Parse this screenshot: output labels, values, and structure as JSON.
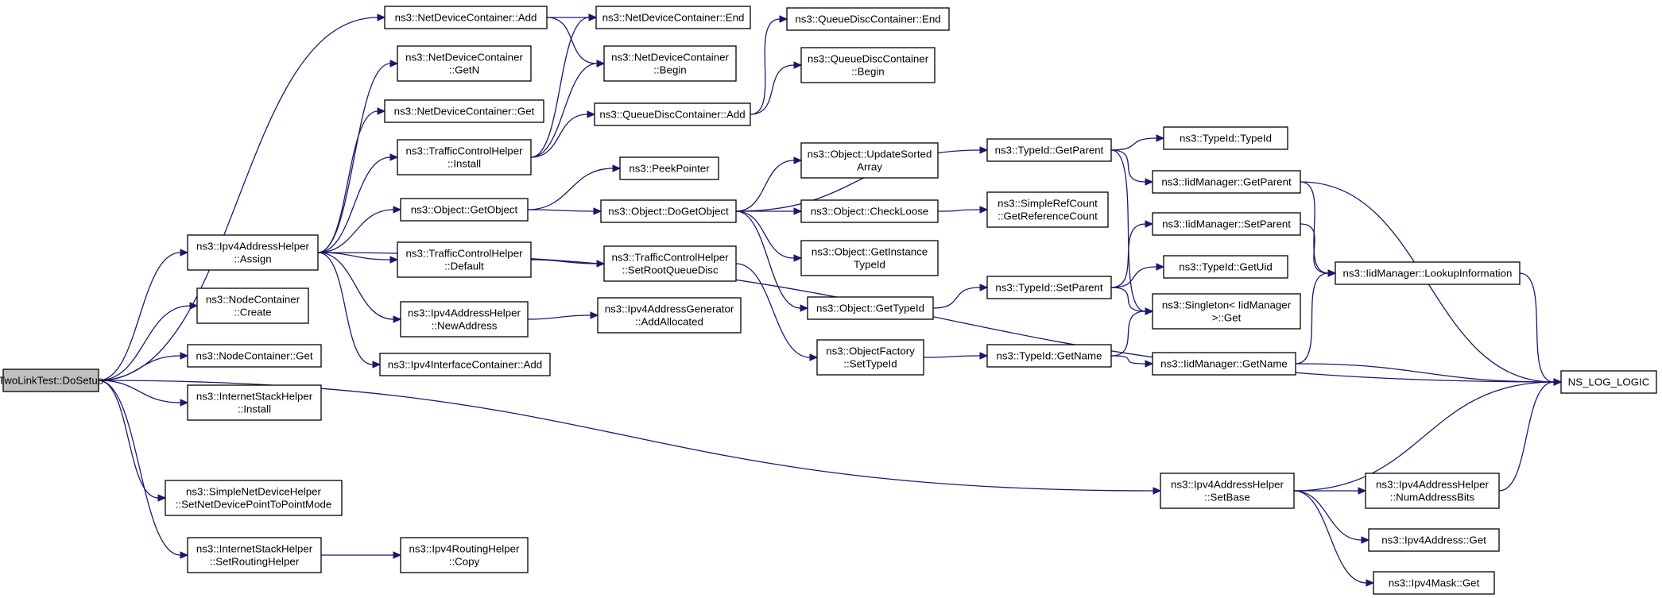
{
  "graph": {
    "nodes": [
      {
        "id": "root",
        "lines": [
          "TwoLinkTest::DoSetup"
        ],
        "root": true
      },
      {
        "id": "ndc_add",
        "lines": [
          "ns3::NetDeviceContainer::Add"
        ]
      },
      {
        "id": "ndc_getn",
        "lines": [
          "ns3::NetDeviceContainer",
          "::GetN"
        ]
      },
      {
        "id": "ndc_get",
        "lines": [
          "ns3::NetDeviceContainer::Get"
        ]
      },
      {
        "id": "tch_install",
        "lines": [
          "ns3::TrafficControlHelper",
          "::Install"
        ]
      },
      {
        "id": "iah_assign",
        "lines": [
          "ns3::Ipv4AddressHelper",
          "::Assign"
        ]
      },
      {
        "id": "nc_create",
        "lines": [
          "ns3::NodeContainer",
          "::Create"
        ]
      },
      {
        "id": "nc_get",
        "lines": [
          "ns3::NodeContainer::Get"
        ]
      },
      {
        "id": "ish_install",
        "lines": [
          "ns3::InternetStackHelper",
          "::Install"
        ]
      },
      {
        "id": "sndh",
        "lines": [
          "ns3::SimpleNetDeviceHelper",
          "::SetNetDevicePointToPointMode"
        ]
      },
      {
        "id": "ish_setrouting",
        "lines": [
          "ns3::InternetStackHelper",
          "::SetRoutingHelper"
        ]
      },
      {
        "id": "ndc_end",
        "lines": [
          "ns3::NetDeviceContainer::End"
        ]
      },
      {
        "id": "ndc_begin",
        "lines": [
          "ns3::NetDeviceContainer",
          "::Begin"
        ]
      },
      {
        "id": "qdc_add",
        "lines": [
          "ns3::QueueDiscContainer::Add"
        ]
      },
      {
        "id": "obj_getobject",
        "lines": [
          "ns3::Object::GetObject"
        ]
      },
      {
        "id": "tch_default",
        "lines": [
          "ns3::TrafficControlHelper",
          "::Default"
        ]
      },
      {
        "id": "iah_newaddress",
        "lines": [
          "ns3::Ipv4AddressHelper",
          "::NewAddress"
        ]
      },
      {
        "id": "iic_add",
        "lines": [
          "ns3::Ipv4InterfaceContainer::Add"
        ]
      },
      {
        "id": "irh_copy",
        "lines": [
          "ns3::Ipv4RoutingHelper",
          "::Copy"
        ]
      },
      {
        "id": "qdc_end",
        "lines": [
          "ns3::QueueDiscContainer::End"
        ]
      },
      {
        "id": "qdc_begin",
        "lines": [
          "ns3::QueueDiscContainer",
          "::Begin"
        ]
      },
      {
        "id": "peekpointer",
        "lines": [
          "ns3::PeekPointer"
        ]
      },
      {
        "id": "obj_dogetobject",
        "lines": [
          "ns3::Object::DoGetObject"
        ]
      },
      {
        "id": "tch_setroot",
        "lines": [
          "ns3::TrafficControlHelper",
          "::SetRootQueueDisc"
        ]
      },
      {
        "id": "iag_addallocated",
        "lines": [
          "ns3::Ipv4AddressGenerator",
          "::AddAllocated"
        ]
      },
      {
        "id": "of_settypeid",
        "lines": [
          "ns3::ObjectFactory",
          "::SetTypeId"
        ]
      },
      {
        "id": "obj_updatesorted",
        "lines": [
          "ns3::Object::UpdateSorted",
          "Array"
        ]
      },
      {
        "id": "obj_checkloose",
        "lines": [
          "ns3::Object::CheckLoose"
        ]
      },
      {
        "id": "obj_getinstance",
        "lines": [
          "ns3::Object::GetInstance",
          "TypeId"
        ]
      },
      {
        "id": "obj_gettypeid",
        "lines": [
          "ns3::Object::GetTypeId"
        ]
      },
      {
        "id": "tid_getparent",
        "lines": [
          "ns3::TypeId::GetParent"
        ]
      },
      {
        "id": "src_getrefcount",
        "lines": [
          "ns3::SimpleRefCount",
          "::GetReferenceCount"
        ]
      },
      {
        "id": "tid_setparent",
        "lines": [
          "ns3::TypeId::SetParent"
        ]
      },
      {
        "id": "tid_getname",
        "lines": [
          "ns3::TypeId::GetName"
        ]
      },
      {
        "id": "tid_typeid",
        "lines": [
          "ns3::TypeId::TypeId"
        ]
      },
      {
        "id": "iid_getparent",
        "lines": [
          "ns3::IidManager::GetParent"
        ]
      },
      {
        "id": "iid_setparent",
        "lines": [
          "ns3::IidManager::SetParent"
        ]
      },
      {
        "id": "tid_getuid",
        "lines": [
          "ns3::TypeId::GetUid"
        ]
      },
      {
        "id": "singleton_get",
        "lines": [
          "ns3::Singleton< IidManager",
          " >::Get"
        ]
      },
      {
        "id": "iid_getname",
        "lines": [
          "ns3::IidManager::GetName"
        ]
      },
      {
        "id": "iid_lookup",
        "lines": [
          "ns3::IidManager::LookupInformation"
        ]
      },
      {
        "id": "ns_log_logic",
        "lines": [
          "NS_LOG_LOGIC"
        ]
      },
      {
        "id": "iah_setbase",
        "lines": [
          "ns3::Ipv4AddressHelper",
          "::SetBase"
        ]
      },
      {
        "id": "iah_numaddressbits",
        "lines": [
          "ns3::Ipv4AddressHelper",
          "::NumAddressBits"
        ]
      },
      {
        "id": "ipv4address_get",
        "lines": [
          "ns3::Ipv4Address::Get"
        ]
      },
      {
        "id": "ipv4mask_get",
        "lines": [
          "ns3::Ipv4Mask::Get"
        ]
      }
    ],
    "edges": [
      [
        "root",
        "ndc_add"
      ],
      [
        "root",
        "iah_assign"
      ],
      [
        "root",
        "nc_create"
      ],
      [
        "root",
        "nc_get"
      ],
      [
        "root",
        "ish_install"
      ],
      [
        "root",
        "sndh"
      ],
      [
        "root",
        "ish_setrouting"
      ],
      [
        "root",
        "iah_setbase"
      ],
      [
        "ndc_add",
        "ndc_end"
      ],
      [
        "ndc_add",
        "ndc_begin"
      ],
      [
        "iah_assign",
        "ndc_getn"
      ],
      [
        "iah_assign",
        "ndc_get"
      ],
      [
        "iah_assign",
        "tch_install"
      ],
      [
        "iah_assign",
        "obj_getobject"
      ],
      [
        "iah_assign",
        "tch_default"
      ],
      [
        "iah_assign",
        "iah_newaddress"
      ],
      [
        "iah_assign",
        "iic_add"
      ],
      [
        "iah_assign",
        "ns_log_logic"
      ],
      [
        "tch_install",
        "ndc_end"
      ],
      [
        "tch_install",
        "ndc_begin"
      ],
      [
        "tch_install",
        "qdc_add"
      ],
      [
        "qdc_add",
        "qdc_end"
      ],
      [
        "qdc_add",
        "qdc_begin"
      ],
      [
        "obj_getobject",
        "peekpointer"
      ],
      [
        "obj_getobject",
        "obj_dogetobject"
      ],
      [
        "tch_default",
        "tch_setroot"
      ],
      [
        "iah_newaddress",
        "iag_addallocated"
      ],
      [
        "ish_setrouting",
        "irh_copy"
      ],
      [
        "tch_setroot",
        "of_settypeid"
      ],
      [
        "obj_dogetobject",
        "tid_getparent"
      ],
      [
        "obj_dogetobject",
        "obj_updatesorted"
      ],
      [
        "obj_dogetobject",
        "obj_checkloose"
      ],
      [
        "obj_dogetobject",
        "obj_getinstance"
      ],
      [
        "obj_dogetobject",
        "obj_gettypeid"
      ],
      [
        "obj_checkloose",
        "src_getrefcount"
      ],
      [
        "obj_gettypeid",
        "tid_setparent"
      ],
      [
        "of_settypeid",
        "tid_getname"
      ],
      [
        "tid_getparent",
        "tid_typeid"
      ],
      [
        "tid_getparent",
        "iid_getparent"
      ],
      [
        "tid_getparent",
        "singleton_get"
      ],
      [
        "tid_setparent",
        "iid_setparent"
      ],
      [
        "tid_setparent",
        "tid_getuid"
      ],
      [
        "tid_setparent",
        "singleton_get"
      ],
      [
        "tid_getname",
        "singleton_get"
      ],
      [
        "tid_getname",
        "iid_getname"
      ],
      [
        "iid_getparent",
        "iid_lookup"
      ],
      [
        "iid_getparent",
        "ns_log_logic"
      ],
      [
        "iid_setparent",
        "iid_lookup"
      ],
      [
        "iid_getname",
        "iid_lookup"
      ],
      [
        "iid_getname",
        "ns_log_logic"
      ],
      [
        "iid_lookup",
        "ns_log_logic"
      ],
      [
        "iah_setbase",
        "ns_log_logic"
      ],
      [
        "iah_setbase",
        "iah_numaddressbits"
      ],
      [
        "iah_setbase",
        "ipv4address_get"
      ],
      [
        "iah_setbase",
        "ipv4mask_get"
      ],
      [
        "iah_numaddressbits",
        "ns_log_logic"
      ]
    ]
  }
}
